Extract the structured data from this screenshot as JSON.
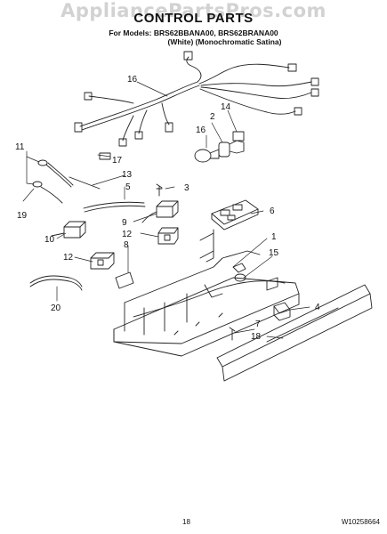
{
  "watermark": "AppliancePartsPros.com",
  "header": {
    "title": "CONTROL PARTS",
    "subtitle": "For Models: BRS62BBANA00, BRS62BRANA00",
    "variants": "(White)   (Monochromatic Satina)"
  },
  "callouts": {
    "c1": "1",
    "c2": "2",
    "c3": "3",
    "c4": "4",
    "c5": "5",
    "c6": "6",
    "c7": "7",
    "c8": "8",
    "c9": "9",
    "c10": "10",
    "c11": "11",
    "c12a": "12",
    "c12b": "12",
    "c13": "13",
    "c14": "14",
    "c15": "15",
    "c16a": "16",
    "c16b": "16",
    "c17": "17",
    "c18": "18",
    "c19": "19",
    "c20": "20"
  },
  "footer": {
    "page": "18",
    "doc_number": "W10258664"
  }
}
